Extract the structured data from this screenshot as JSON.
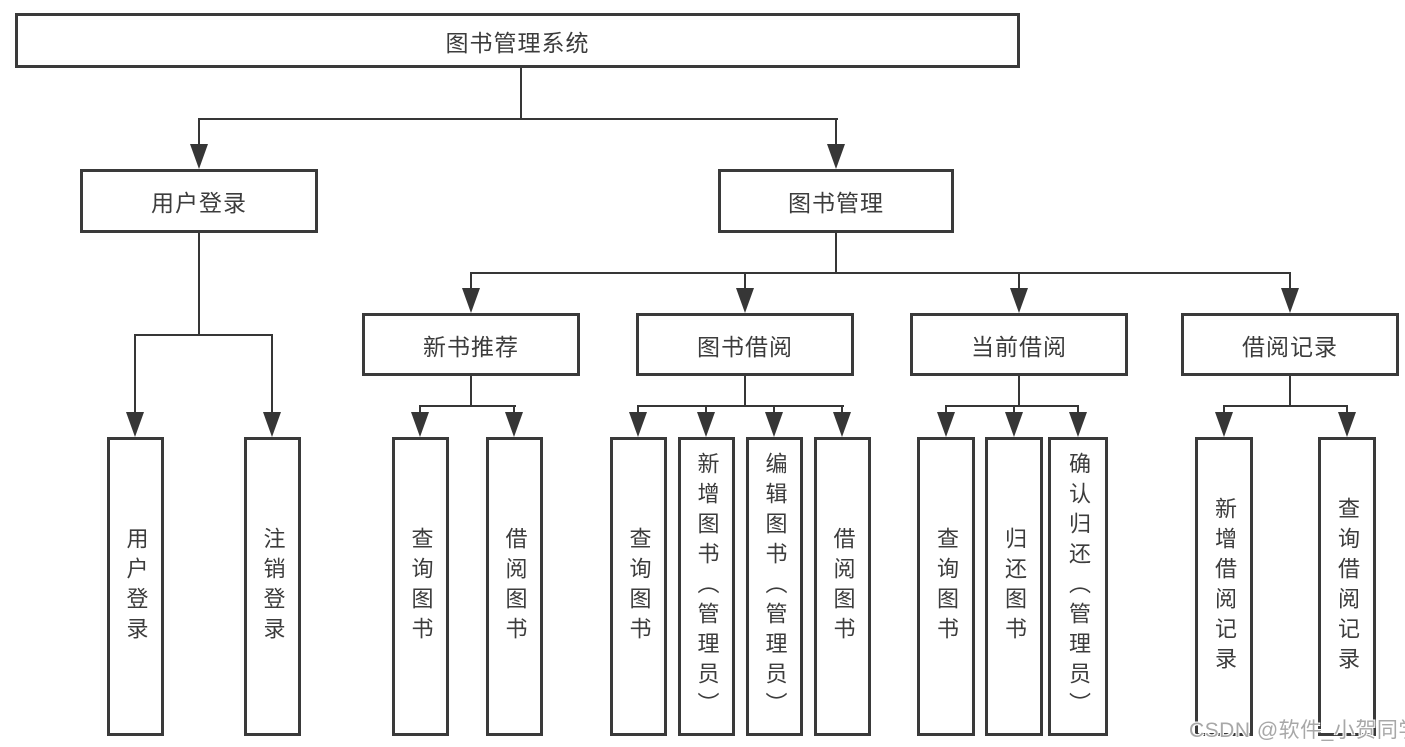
{
  "diagram": {
    "title": "图书管理系统",
    "watermark": "CSDN @软件_小贺同学",
    "colors": {
      "line": "#363636",
      "border": "#3a3a3a",
      "text": "#3c3c3c",
      "watermark": "#a8a8a8",
      "background": "#ffffff"
    },
    "branches": [
      {
        "label": "用户登录",
        "children": [
          "用户登录",
          "注销登录"
        ]
      },
      {
        "label": "图书管理",
        "sections": [
          {
            "label": "新书推荐",
            "children": [
              "查询图书",
              "借阅图书"
            ]
          },
          {
            "label": "图书借阅",
            "children": [
              "查询图书",
              "新增图书（管理员）",
              "编辑图书（管理员）",
              "借阅图书"
            ]
          },
          {
            "label": "当前借阅",
            "children": [
              "查询图书",
              "归还图书",
              "确认归还（管理员）"
            ]
          },
          {
            "label": "借阅记录",
            "children": [
              "新增借阅记录",
              "查询借阅记录"
            ]
          }
        ]
      }
    ]
  }
}
